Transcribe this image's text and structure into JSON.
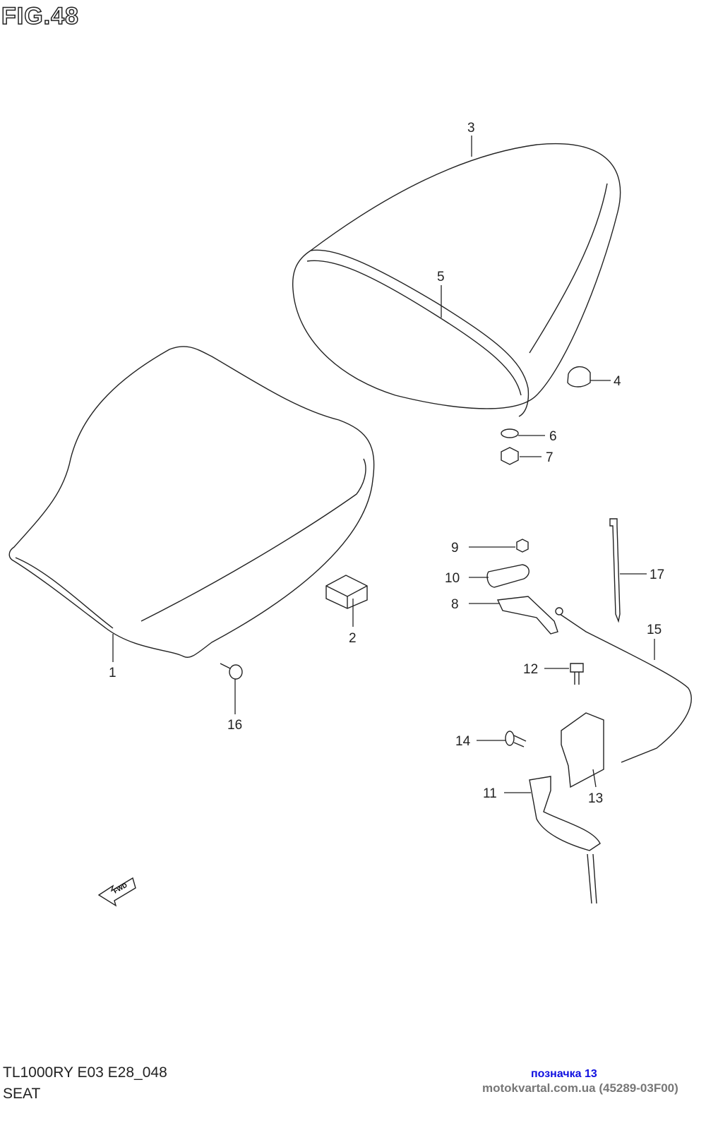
{
  "figure_title": "FIG.48",
  "model_code": "TL1000RY E03 E28_048",
  "section": "SEAT",
  "watermark": {
    "label": "позначка 13",
    "site": "motokvartal.com.ua (45289-03F00)",
    "label_color": "#1010e0"
  },
  "direction_arrow": "FWD",
  "callouts": [
    "1",
    "2",
    "3",
    "4",
    "5",
    "6",
    "7",
    "8",
    "9",
    "10",
    "11",
    "12",
    "13",
    "14",
    "15",
    "16",
    "17"
  ]
}
